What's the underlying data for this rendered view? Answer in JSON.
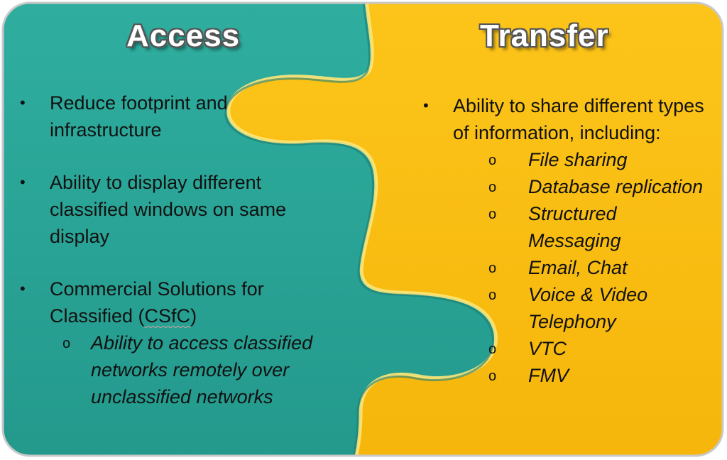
{
  "access": {
    "title": "Access",
    "color": "#2aa296",
    "bullets": [
      {
        "text": "Reduce footprint and infrastructure"
      },
      {
        "text": "Ability to display different classified windows on same display"
      },
      {
        "text_prefix": "Commercial Solutions for Classified (",
        "text_abbr": "CSfC",
        "text_suffix": ")",
        "subs": [
          "Ability to access classified networks remotely over unclassified networks"
        ]
      }
    ]
  },
  "transfer": {
    "title": "Transfer",
    "color": "#fbbf0f",
    "bullets": [
      {
        "text": "Ability to share different types of information, including:",
        "subs": [
          "File sharing",
          "Database replication",
          "Structured Messaging",
          "Email, Chat",
          "Voice & Video Telephony",
          "VTC",
          "FMV"
        ]
      }
    ]
  }
}
